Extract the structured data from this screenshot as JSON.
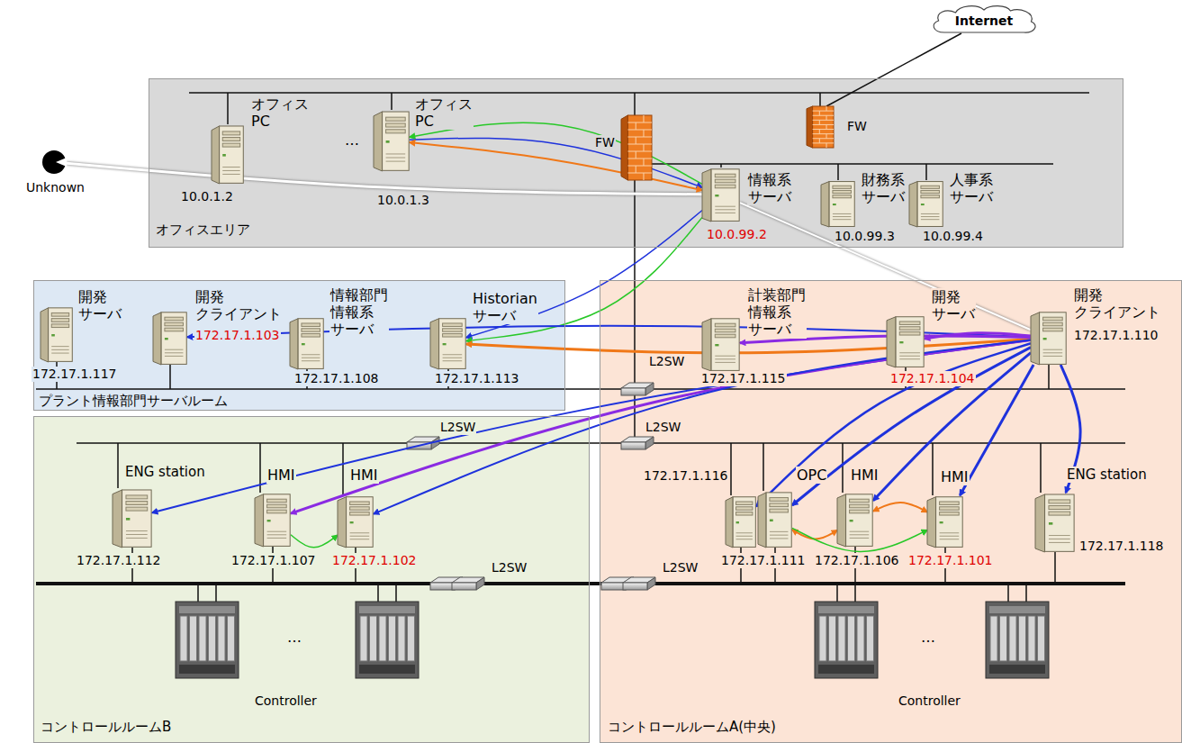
{
  "diagram": {
    "nodes": [
      {
        "text": [
          "Internet"
        ]
      },
      {
        "text": [
          "オフィスエリア"
        ]
      },
      {
        "text": [
          "オフィス PC",
          "10.0.1.2"
        ],
        "in": 1
      },
      {
        "text": [
          "オフィス PC",
          "10.0.1.3"
        ],
        "in": 1
      },
      {
        "text": [
          "FW"
        ],
        "in": 1
      },
      {
        "text": [
          "FW"
        ],
        "in": 1
      },
      {
        "text": [
          "情報系 サーバ",
          "10.0.99.2"
        ],
        "in": 1
      },
      {
        "text": [
          "財務系 サーバ",
          "10.0.99.3"
        ],
        "in": 1
      },
      {
        "text": [
          "人事系 サーバ",
          "10.0.99.4"
        ],
        "in": 1
      },
      {
        "text": [
          "Unknown"
        ]
      },
      {
        "text": [
          "プラント情報部門サーバルーム"
        ]
      },
      {
        "text": [
          "開発 サーバ",
          "172.17.1.117"
        ],
        "in": 10
      },
      {
        "text": [
          "開発 クライアント",
          "172.17.1.103"
        ],
        "in": 10
      },
      {
        "text": [
          "情報部門 情報系 サーバ",
          "172.17.1.108"
        ],
        "in": 10
      },
      {
        "text": [
          "Historian サーバ",
          "172.17.1.113"
        ],
        "in": 10
      },
      {
        "text": [
          "コントロールルームA(中央)"
        ]
      },
      {
        "text": [
          "計装部門 情報系 サーバ",
          "172.17.1.115"
        ],
        "in": 15
      },
      {
        "text": [
          "開発 サーバ",
          "172.17.1.104"
        ],
        "in": 15
      },
      {
        "text": [
          "開発 クライアント",
          "172.17.1.110"
        ],
        "in": 15
      },
      {
        "text": [
          "172.17.1.116"
        ],
        "in": 15
      },
      {
        "text": [
          "OPC",
          "172.17.1.111"
        ],
        "in": 15
      },
      {
        "text": [
          "HMI",
          "172.17.1.106"
        ],
        "in": 15
      },
      {
        "text": [
          "HMI",
          "172.17.1.101"
        ],
        "in": 15
      },
      {
        "text": [
          "ENG station",
          "172.17.1.118"
        ],
        "in": 15
      },
      {
        "text": [
          "コントロールルームB"
        ]
      },
      {
        "text": [
          "ENG station",
          "172.17.1.112"
        ],
        "in": 24
      },
      {
        "text": [
          "HMI",
          "172.17.1.107"
        ],
        "in": 24
      },
      {
        "text": [
          "HMI",
          "172.17.1.102"
        ],
        "in": 24
      }
    ],
    "edges": [
      {
        "from": 9,
        "to": 6,
        "arrow": "none"
      },
      {
        "from": 6,
        "to": 3,
        "arrow": "to"
      },
      {
        "from": 3,
        "to": 6,
        "arrow": "to"
      },
      {
        "from": 3,
        "to": 6,
        "arrow": "both"
      },
      {
        "from": 6,
        "to": 14,
        "arrow": "to"
      },
      {
        "from": 6,
        "to": 14,
        "arrow": "to"
      },
      {
        "from": 6,
        "to": 18,
        "arrow": "none"
      },
      {
        "from": 18,
        "to": 12,
        "arrow": "to"
      },
      {
        "from": 18,
        "to": 14,
        "arrow": "to"
      },
      {
        "from": 18,
        "to": 16,
        "arrow": "to"
      },
      {
        "from": 18,
        "to": 17,
        "arrow": "to"
      },
      {
        "from": 18,
        "to": 25,
        "arrow": "to"
      },
      {
        "from": 18,
        "to": 26,
        "arrow": "to"
      },
      {
        "from": 18,
        "to": 27,
        "arrow": "to"
      },
      {
        "from": 18,
        "to": 20,
        "arrow": "to"
      },
      {
        "from": 18,
        "to": 19,
        "arrow": "to"
      },
      {
        "from": 18,
        "to": 21,
        "arrow": "to"
      },
      {
        "from": 18,
        "to": 22,
        "arrow": "to"
      },
      {
        "from": 18,
        "to": 23,
        "arrow": "to"
      },
      {
        "from": 20,
        "to": 21,
        "arrow": "both"
      },
      {
        "from": 20,
        "to": 22,
        "arrow": "to"
      },
      {
        "from": 21,
        "to": 22,
        "arrow": "both"
      },
      {
        "from": 26,
        "to": 27,
        "arrow": "to"
      }
    ],
    "labels": [
      "…",
      "L2SW",
      "L2SW",
      "L2SW",
      "L2SW",
      "L2SW",
      "…",
      "Controller",
      "…",
      "Controller"
    ]
  }
}
